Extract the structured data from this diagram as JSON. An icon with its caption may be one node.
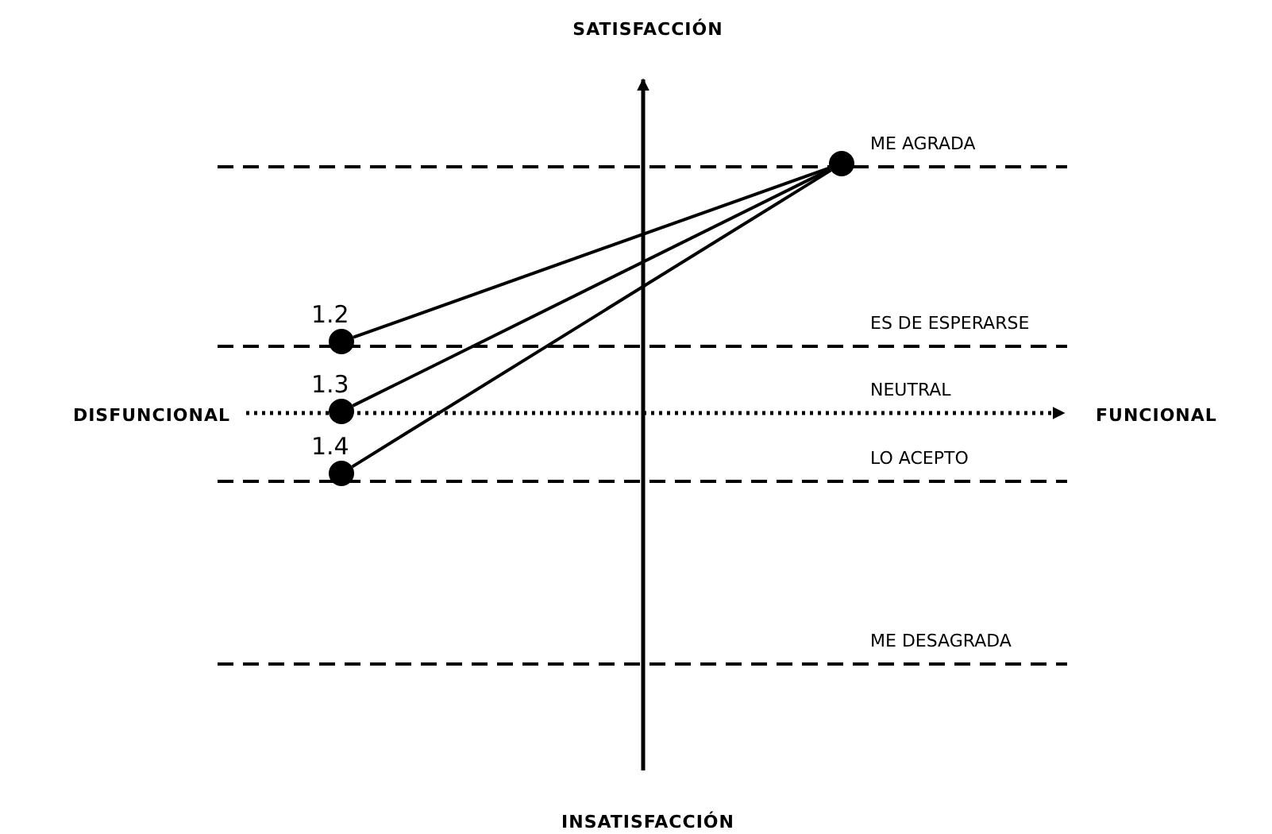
{
  "diagram": {
    "nodes": [
      {
        "text": [],
        "shape": "circle"
      },
      {
        "text": [],
        "shape": "circle",
        "beside": [
          "1.2"
        ]
      },
      {
        "text": [],
        "shape": "circle",
        "beside": [
          "1.3"
        ]
      },
      {
        "text": [],
        "shape": "circle",
        "beside": [
          "1.4"
        ]
      }
    ],
    "edges": [
      {
        "from": 1,
        "to": 0,
        "arrow": "none"
      },
      {
        "from": 2,
        "to": 0,
        "arrow": "none"
      },
      {
        "from": 3,
        "to": 0,
        "arrow": "none"
      }
    ],
    "labels": [
      "SATISFACCIÓN",
      "ME AGRADA",
      "ES DE ESPERARSE",
      "DISFUNCIONAL",
      "NEUTRAL",
      "FUNCIONAL",
      "LO ACEPTO",
      "ME DESAGRADA",
      "INSATISFACCIÓN"
    ]
  }
}
